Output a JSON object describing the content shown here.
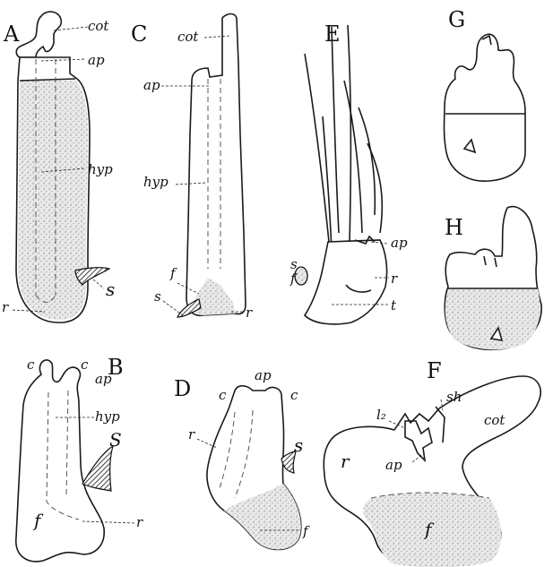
{
  "panels": {
    "A": {
      "letter": "A",
      "labels": {
        "cot": "cot",
        "ap": "ap",
        "hyp": "hyp",
        "s": "s",
        "r": "r"
      }
    },
    "B": {
      "letter": "B",
      "labels": {
        "c1": "c",
        "c2": "c",
        "ap": "ap",
        "hyp": "hyp",
        "s": "S",
        "f": "f",
        "r": "r"
      }
    },
    "C": {
      "letter": "C",
      "labels": {
        "cot": "cot",
        "ap": "ap",
        "hyp": "hyp",
        "f": "f",
        "s": "s",
        "r": "r"
      }
    },
    "D": {
      "letter": "D",
      "labels": {
        "c1": "c",
        "ap": "ap",
        "c2": "c",
        "r": "r",
        "s": "s",
        "f": "f"
      }
    },
    "E": {
      "letter": "E",
      "labels": {
        "ap": "ap",
        "s": "s",
        "f": "f",
        "r": "r",
        "t": "t"
      }
    },
    "F": {
      "letter": "F",
      "labels": {
        "l2": "l₂",
        "sh": "sh",
        "cot": "cot",
        "r": "r",
        "ap": "ap",
        "f": "f"
      }
    },
    "G": {
      "letter": "G"
    },
    "H": {
      "letter": "H"
    }
  }
}
